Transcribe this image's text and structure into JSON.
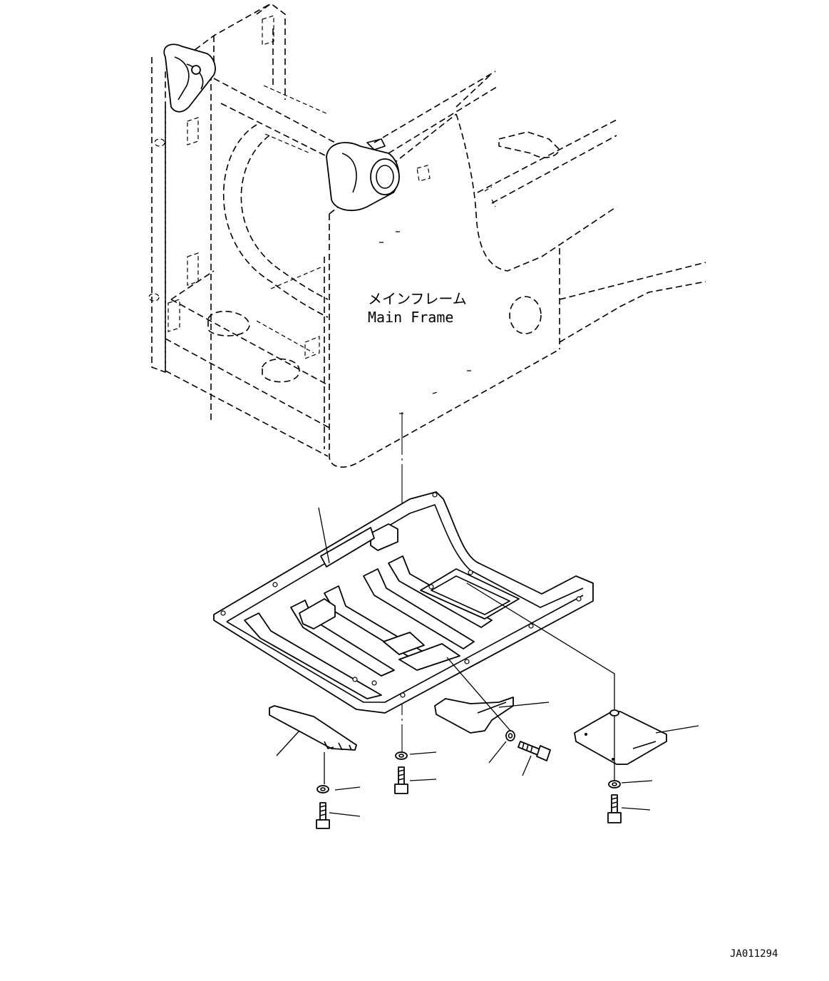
{
  "labels": {
    "main_frame_jp": "メインフレーム",
    "main_frame_en": "Main Frame",
    "drawing_code": "JA011294"
  },
  "parts": [
    {
      "name": "undercover-frame"
    },
    {
      "name": "side-cover-plate-left"
    },
    {
      "name": "cover-bracket-center"
    },
    {
      "name": "cover-plate-right"
    },
    {
      "name": "washer"
    },
    {
      "name": "bolt"
    }
  ]
}
